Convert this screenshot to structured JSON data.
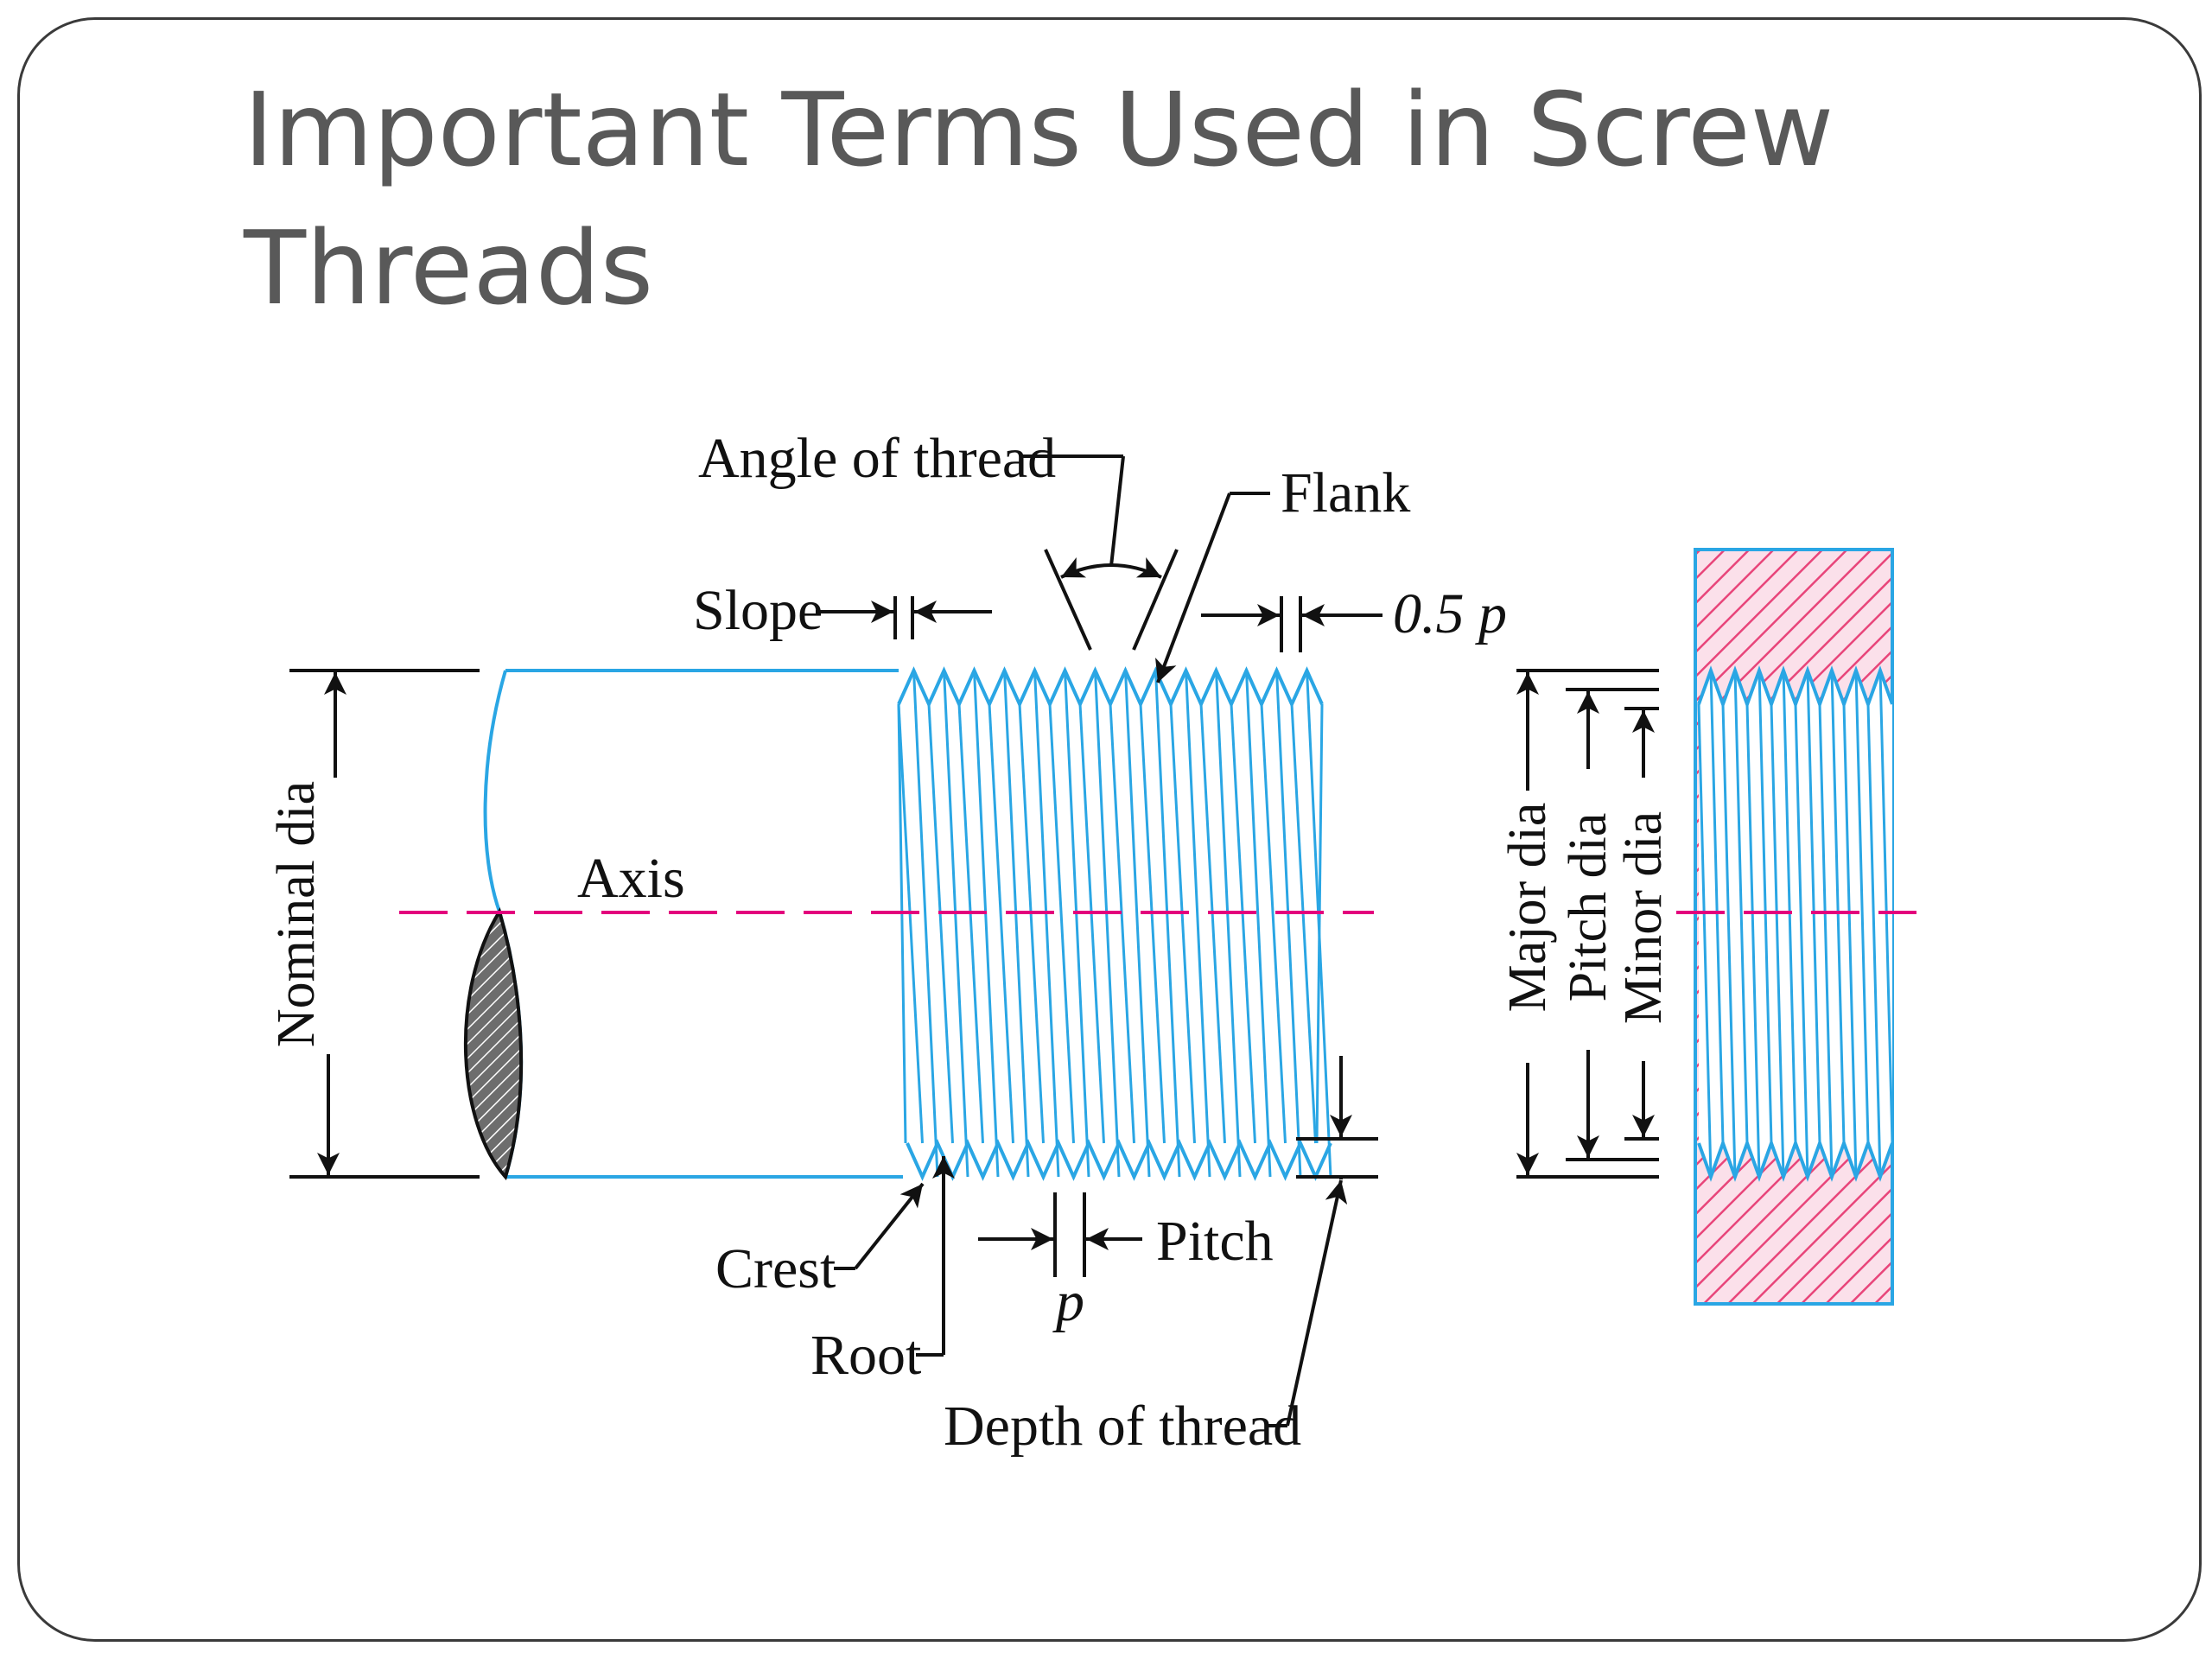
{
  "slide": {
    "title": "Important Terms Used in Screw Threads"
  },
  "diagram": {
    "labels": {
      "angle_of_thread": "Angle of thread",
      "flank": "Flank",
      "slope": "Slope",
      "half_pitch": "0.5 p",
      "axis": "Axis",
      "nominal_dia": "Nominal dia",
      "crest": "Crest",
      "root": "Root",
      "pitch": "Pitch",
      "p": "p",
      "depth_of_thread": "Depth of thread",
      "major_dia": "Major dia",
      "pitch_dia": "Pitch dia",
      "minor_dia": "Minor dia"
    },
    "colors": {
      "thread": "#2aa6e4",
      "axis": "#e3007d",
      "nut_hatch": "#e8457a",
      "nut_fill": "#fbe0ea",
      "text": "#111111",
      "title": "#595959"
    }
  }
}
